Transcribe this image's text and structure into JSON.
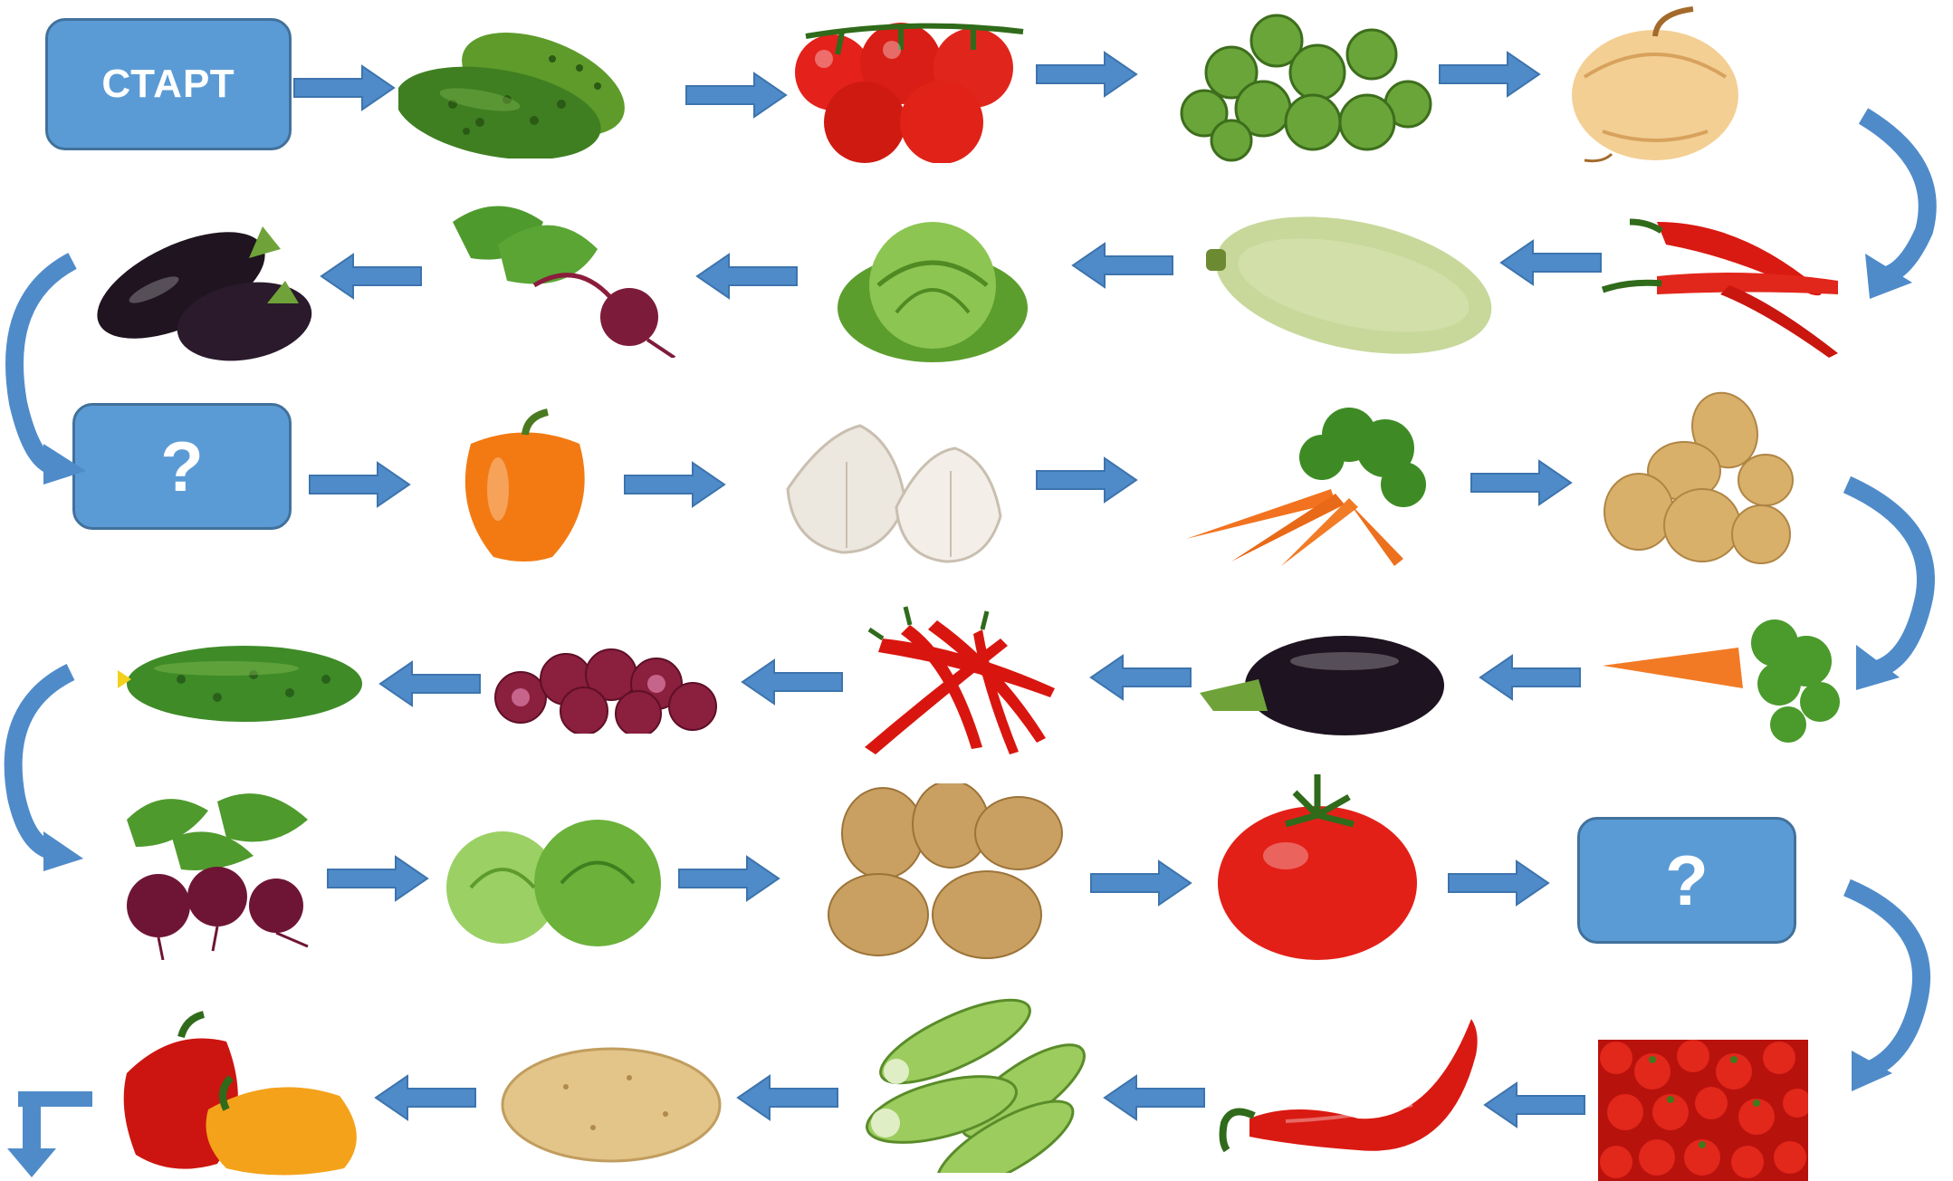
{
  "board": {
    "start_label": "СТАРТ",
    "question_label": "?",
    "arrow_color": "#4f8bc9",
    "box_color": "#5b9bd5"
  },
  "cells": [
    {
      "name": "cucumbers",
      "row": 1
    },
    {
      "name": "tomato-bunch",
      "row": 1
    },
    {
      "name": "brussels-sprouts",
      "row": 1
    },
    {
      "name": "onion",
      "row": 1
    },
    {
      "name": "chili-peppers",
      "row": 2
    },
    {
      "name": "zucchini",
      "row": 2
    },
    {
      "name": "cabbage",
      "row": 2
    },
    {
      "name": "beetroot",
      "row": 2
    },
    {
      "name": "eggplants",
      "row": 2
    },
    {
      "name": "question-1",
      "row": 3
    },
    {
      "name": "bell-pepper-orange",
      "row": 3
    },
    {
      "name": "garlic",
      "row": 3
    },
    {
      "name": "carrots-bunch",
      "row": 3
    },
    {
      "name": "potatoes",
      "row": 3
    },
    {
      "name": "carrot",
      "row": 4
    },
    {
      "name": "eggplant",
      "row": 4
    },
    {
      "name": "red-chilies",
      "row": 4
    },
    {
      "name": "red-onions",
      "row": 4
    },
    {
      "name": "cucumber",
      "row": 4
    },
    {
      "name": "beets",
      "row": 5
    },
    {
      "name": "cabbages",
      "row": 5
    },
    {
      "name": "potato-pile",
      "row": 5
    },
    {
      "name": "tomato",
      "row": 5
    },
    {
      "name": "question-2",
      "row": 5
    },
    {
      "name": "red-peppers-pile",
      "row": 6
    },
    {
      "name": "red-chili",
      "row": 6
    },
    {
      "name": "zucchinis",
      "row": 6
    },
    {
      "name": "potato",
      "row": 6
    },
    {
      "name": "bell-peppers",
      "row": 6
    }
  ]
}
